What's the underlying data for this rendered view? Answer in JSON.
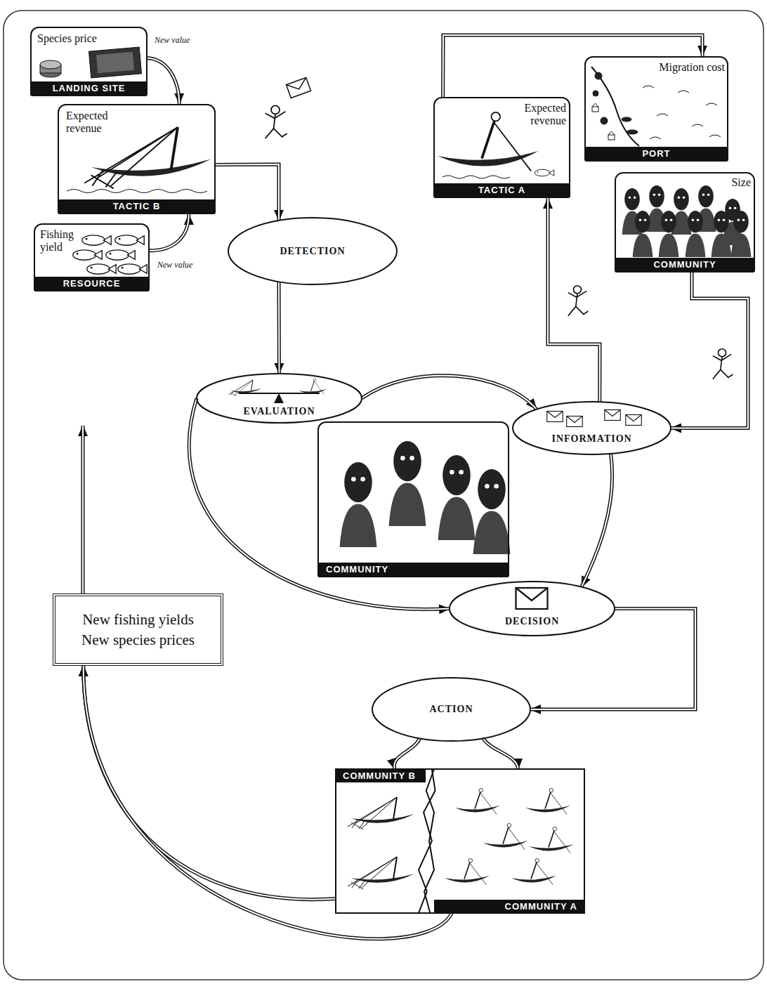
{
  "diagram": {
    "nodes": [
      {
        "text": [
          "Species price",
          "LANDING SITE"
        ]
      },
      {
        "text": [
          "Expected revenue",
          "TACTIC B"
        ]
      },
      {
        "text": [
          "Fishing yield",
          "RESOURCE"
        ]
      },
      {
        "text": [
          "Expected revenue",
          "TACTIC A"
        ]
      },
      {
        "text": [
          "Migration cost",
          "PORT"
        ]
      },
      {
        "text": [
          "Size",
          "COMMUNITY"
        ]
      },
      {
        "text": [
          "DETECTION"
        ]
      },
      {
        "text": [
          "EVALUATION"
        ]
      },
      {
        "text": [
          "INFORMATION"
        ]
      },
      {
        "text": [
          "COMMUNITY"
        ]
      },
      {
        "text": [
          "DECISION"
        ]
      },
      {
        "text": [
          "New fishing yields",
          "New species prices"
        ]
      },
      {
        "text": [
          "ACTION"
        ]
      },
      {
        "text": [
          "COMMUNITY B"
        ]
      },
      {
        "text": [
          "COMMUNITY A"
        ]
      }
    ],
    "edges": [
      {
        "from": 0,
        "to": 1,
        "label": "New value",
        "arrow": "to"
      },
      {
        "from": 2,
        "to": 1,
        "label": "New value",
        "arrow": "to"
      },
      {
        "from": 1,
        "to": 6,
        "arrow": "to"
      },
      {
        "from": 6,
        "to": 7,
        "arrow": "to"
      },
      {
        "from": 7,
        "to": 8,
        "arrow": "to"
      },
      {
        "from": 8,
        "to": 3,
        "arrow": "to"
      },
      {
        "from": 5,
        "to": 8,
        "arrow": "to"
      },
      {
        "from": 3,
        "to": 4,
        "arrow": "to"
      },
      {
        "from": 8,
        "to": 10,
        "arrow": "to"
      },
      {
        "from": 7,
        "to": 10,
        "arrow": "to"
      },
      {
        "from": 10,
        "to": 12,
        "arrow": "to"
      },
      {
        "from": 12,
        "to": 13,
        "arrow": "to"
      },
      {
        "from": 12,
        "to": 14,
        "arrow": "to"
      },
      {
        "from": 13,
        "to": 11,
        "arrow": "to"
      },
      {
        "from": 14,
        "to": 11,
        "arrow": "to"
      }
    ]
  }
}
